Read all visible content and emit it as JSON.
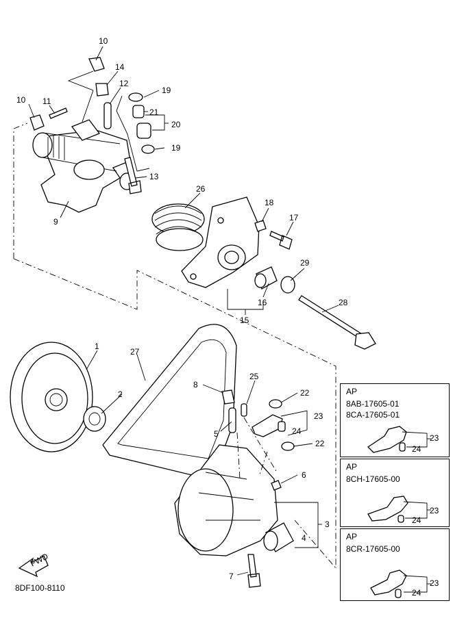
{
  "part_labels": {
    "p1": "1",
    "p2": "2",
    "p3": "3",
    "p4": "4",
    "p5": "5",
    "p6": "6",
    "p7": "7",
    "p8": "8",
    "p9": "9",
    "p10a": "10",
    "p10b": "10",
    "p11": "11",
    "p12": "12",
    "p13": "13",
    "p14": "14",
    "p15": "15",
    "p16": "16",
    "p17": "17",
    "p18": "18",
    "p19a": "19",
    "p19b": "19",
    "p20": "20",
    "p21": "21",
    "p22a": "22",
    "p22b": "22",
    "p23": "23",
    "p24": "24",
    "p25": "25",
    "p26": "26",
    "p27": "27",
    "p28": "28",
    "p29": "29"
  },
  "fwd_label": "FWD",
  "drawing_code": "8DF100-8110",
  "variants": [
    {
      "ap": "AP",
      "codes": [
        "8AB-17605-01",
        "8CA-17605-01"
      ],
      "callout_a": "23",
      "callout_b": "24"
    },
    {
      "ap": "AP",
      "codes": [
        "8CH-17605-00"
      ],
      "callout_a": "23",
      "callout_b": "24"
    },
    {
      "ap": "AP",
      "codes": [
        "8CR-17605-00"
      ],
      "callout_a": "23",
      "callout_b": "24"
    }
  ]
}
